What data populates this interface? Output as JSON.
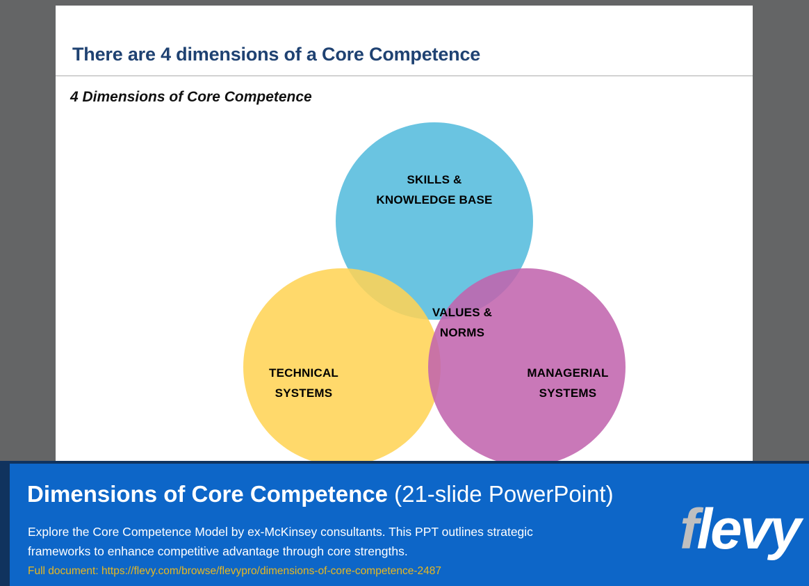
{
  "slide": {
    "title": "There are 4 dimensions of a Core Competence",
    "subtitle": "4 Dimensions of Core Competence"
  },
  "venn": {
    "top": {
      "label": "SKILLS &\nKNOWLEDGE BASE",
      "color": "#55BCDD"
    },
    "left": {
      "label": "TECHNICAL\nSYSTEMS",
      "color": "#FFD457"
    },
    "right": {
      "label": "MANAGERIAL\nSYSTEMS",
      "color": "#C165AE"
    },
    "center": {
      "label": "VALUES &\nNORMS"
    }
  },
  "banner": {
    "title_bold": "Dimensions of Core Competence",
    "title_light": "(21-slide PowerPoint)",
    "description": "Explore the Core Competence Model by ex-McKinsey consultants. This PPT outlines strategic frameworks to enhance competitive advantage through core strengths.",
    "url_line": "Full document: https://flevy.com/browse/flevypro/dimensions-of-core-competence-2487",
    "logo_first": "f",
    "logo_rest": "levy",
    "background_color": "#0D66C8",
    "accent_color": "#10335E",
    "url_color": "#E8B820"
  }
}
